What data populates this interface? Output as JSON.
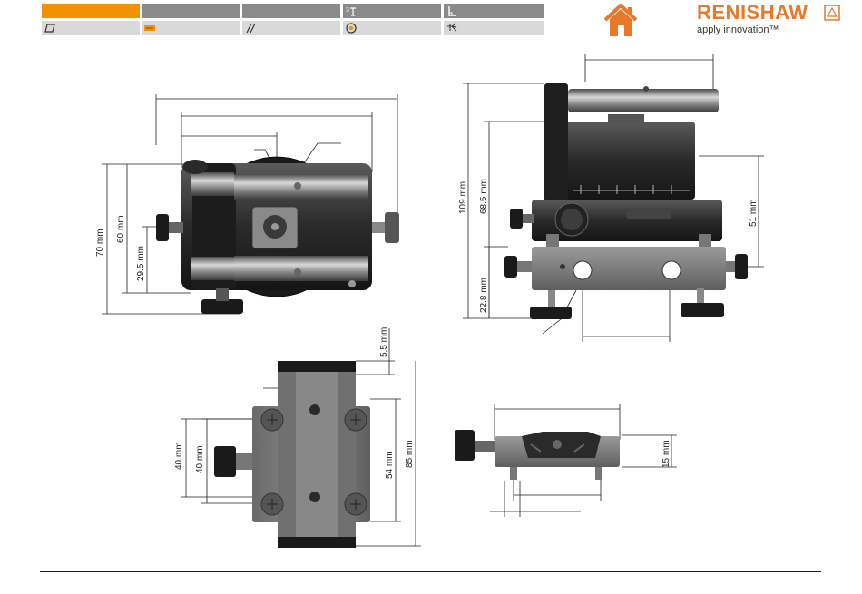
{
  "nav": {
    "tabs": [
      {
        "id": "tab-1",
        "icon": "",
        "state": "active"
      },
      {
        "id": "tab-2",
        "icon": "",
        "state": "dark"
      },
      {
        "id": "tab-3",
        "icon": "",
        "state": "dark"
      },
      {
        "id": "tab-4",
        "icon": "height-gauge-icon",
        "state": "dark"
      },
      {
        "id": "tab-5",
        "icon": "perpendicular-icon",
        "state": "dark"
      },
      {
        "id": "tab-6",
        "icon": "parallelogram-icon",
        "state": "light"
      },
      {
        "id": "tab-7",
        "icon": "orange-block-icon",
        "state": "light"
      },
      {
        "id": "tab-8",
        "icon": "parallel-lines-icon",
        "state": "light"
      },
      {
        "id": "tab-9",
        "icon": "target-icon",
        "state": "light"
      },
      {
        "id": "tab-10",
        "icon": "laser-beam-icon",
        "state": "light"
      }
    ],
    "home_icon": "home-icon"
  },
  "brand": {
    "name": "RENISHAW",
    "tagline": "apply innovation™",
    "color": "#e8782a"
  },
  "colors": {
    "accent": "#f39200",
    "tab_dark": "#8a8a8a",
    "tab_light": "#d9d9d9",
    "home": "#e8782a"
  },
  "dimensions": {
    "top_view": {
      "height_overall": "70 mm",
      "height_inner": "60 mm",
      "height_half": "29.5 mm"
    },
    "side_view": {
      "height_overall": "109 mm",
      "height_upper": "68.5 mm",
      "height_right": "51 mm",
      "height_base": "22.8 mm"
    },
    "bottom_view": {
      "spacing_outer": "40 mm",
      "spacing_inner": "40 mm",
      "offset_top": "5.5 mm",
      "height_inner": "54 mm",
      "height_overall": "85 mm"
    },
    "end_view": {
      "height": "15 mm"
    }
  }
}
